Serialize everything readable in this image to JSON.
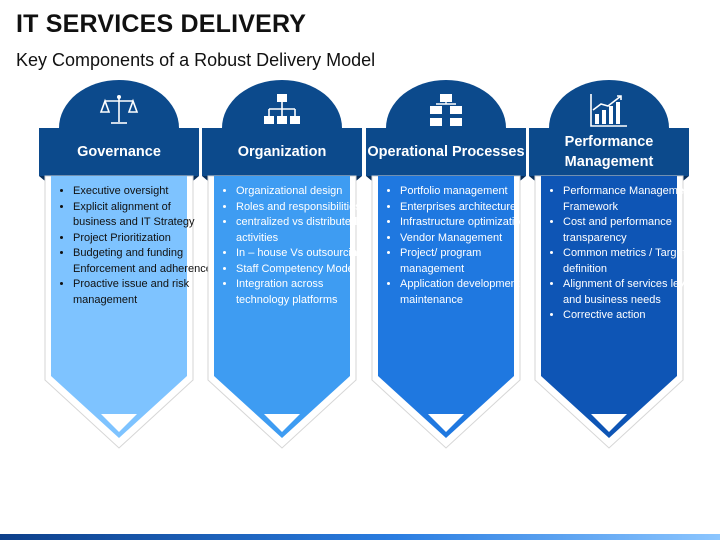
{
  "title": "IT SERVICES DELIVERY",
  "subtitle": "Key Components of a Robust Delivery Model",
  "colors": {
    "header_dark": "#0c4a8c",
    "header_fold": "#082e5a",
    "col1_body": "#7ec3ff",
    "col2_body": "#3e9cf2",
    "col3_body": "#1f78e0",
    "col4_body": "#0e55b5"
  },
  "columns": [
    {
      "title": "Governance",
      "icon": "scales-icon",
      "items": [
        "Executive oversight",
        "Explicit alignment of business and IT Strategy",
        "Project Prioritization",
        "Budgeting and funding Enforcement and adherence",
        "Proactive issue and risk management"
      ]
    },
    {
      "title": "Organization",
      "icon": "org-chart-icon",
      "items": [
        "Organizational design",
        "Roles and responsibilities",
        " centralized vs distributed activities",
        "In – house Vs outsourcing",
        "Staff Competency Models",
        "Integration across technology platforms"
      ]
    },
    {
      "title": "Operational Processes",
      "icon": "process-flow-icon",
      "items": [
        "Portfolio management",
        "Enterprises architecture",
        "Infrastructure optimization",
        "Vendor Management",
        "Project/ program management",
        "Application development / maintenance"
      ]
    },
    {
      "title": "Performance Management",
      "icon": "growth-chart-icon",
      "items": [
        "Performance Management Framework",
        "Cost and performance transparency",
        "Common metrics / Targets definition",
        "Alignment of services levels and business needs",
        "Corrective action"
      ]
    }
  ]
}
